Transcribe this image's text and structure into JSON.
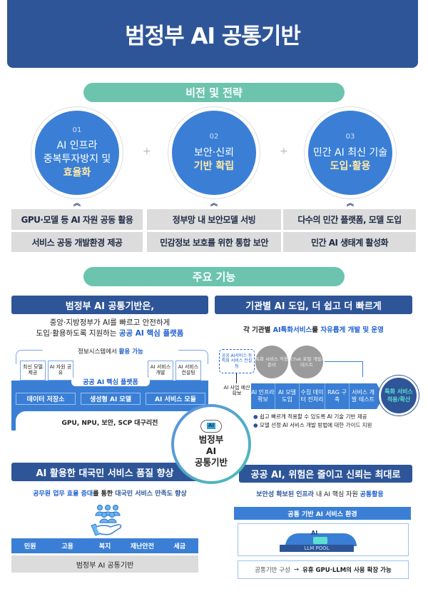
{
  "header": {
    "title": "범정부 AI 공통기반"
  },
  "vision": {
    "label": "비전 및 전략",
    "pillars": [
      {
        "num": "01",
        "line1": "AI 인프라",
        "line2": "중복투자방지 및",
        "highlight": "효율화",
        "items": [
          "GPU·모델 등 AI 자원 공동 활용",
          "서비스 공동 개발환경 제공"
        ]
      },
      {
        "num": "02",
        "line1": "보안·신뢰",
        "line2": "",
        "highlight": "기반 확립",
        "items": [
          "정부망 내 보안모델 서빙",
          "민감정보 보호를 위한 통합 보안"
        ]
      },
      {
        "num": "03",
        "line1": "민간 AI 최신 기술",
        "line2": "",
        "highlight": "도입·활용",
        "items": [
          "다수의 민간 플랫폼, 모델 도입",
          "민간 AI 생태계 활성화"
        ]
      }
    ]
  },
  "features": {
    "label": "주요 기능",
    "center": {
      "line1": "범정부",
      "line2": "AI",
      "line3": "공통기반",
      "chip": "AI"
    },
    "s1": {
      "title": "범정부 AI 공통기반은,",
      "desc1": "중앙·지방정부가 AI를 빠르고 안전하게",
      "desc2a": "도입·활용하도록 지원하는 ",
      "desc2b": "공공 AI 핵심 플랫폼",
      "usage_a": "정보시스템에서 ",
      "usage_b": "활용 가능",
      "tabs": [
        "최신 모델 제공",
        "AI 자원 공유",
        "AI 서비스 개발",
        "AI 서비스 컨설팅"
      ],
      "platform": "공공 AI 핵심 플랫폼",
      "modules": [
        "데이터 저장소",
        "생성형 AI 모델",
        "AI 서비스 모듈"
      ],
      "infra": "GPU, NPU, 보안, SCP 대구리전"
    },
    "s2": {
      "title": "기관별 AI 도입, 더 쉽고 더 빠르게",
      "sub_a": "각 기관별 ",
      "sub_b": "AI특화서비스",
      "sub_c": "를 ",
      "sub_d": "자유롭게 개발 및 운영",
      "consult": "공공 AI서비스 등 특화 서비스 컨설팅",
      "budget": "AI 사업 예산 확보",
      "gray": [
        "특화 서비스 적용 준비",
        "Chat 포털 개발/테스트"
      ],
      "steps": [
        "AI 인프라 확보",
        "AI 모델 도입",
        "수집 데이터 전처리",
        "RAG 구축",
        "서비스 개발 테스트"
      ],
      "result": "특화 서비스 적용/확산",
      "bullets": [
        "쉽고 빠르게 적용할 수 있도록 AI 기술 기반 제공",
        "모델 선정·AI 서비스 개발 방법에 대한 가이드 지원"
      ]
    },
    "s3": {
      "title": "AI 활용한 대국민 서비스 품질 향상",
      "sub_a": "공무원 업무 효율 증대",
      "sub_b": "를 통한 ",
      "sub_c": "대국민 서비스 만족도 향상",
      "categories": [
        "민원",
        "고용",
        "복지",
        "재난안전",
        "세금"
      ],
      "base": "범정부 AI 공통기반"
    },
    "s4": {
      "title": "공공 AI, 위험은 줄이고 신뢰는 최대로",
      "sub_a": "보안성 확보된 인프라",
      "sub_b": " 내 AI 핵심 자원 ",
      "sub_c": "공통활용",
      "env": "공통 기반 AI 서비스 환경",
      "pool": "LLM POOL",
      "pool_chip": "AI",
      "note_a": "공통기반 구성",
      "note_arrow": "→",
      "note_b": "유휴 GPU·LLM의 사용 확장 가능"
    }
  },
  "colors": {
    "navy": "#2e5597",
    "blue": "#3a7fd5",
    "teal": "#6cc4ae",
    "gray": "#dcdcdc"
  }
}
